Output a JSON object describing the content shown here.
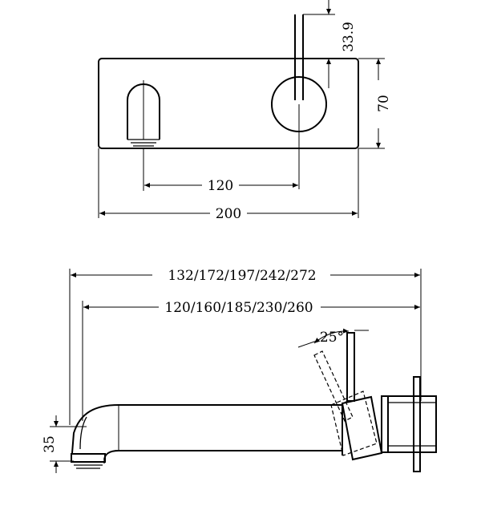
{
  "front_view": {
    "dim_handle_offset": "33.9",
    "dim_height": "70",
    "dim_spout_to_handle": "120",
    "dim_width": "200"
  },
  "side_view": {
    "dim_overall_length": "132/172/197/242/272",
    "dim_spout_length": "120/160/185/230/260",
    "dim_handle_angle": "25°",
    "dim_spout_height": "35"
  }
}
